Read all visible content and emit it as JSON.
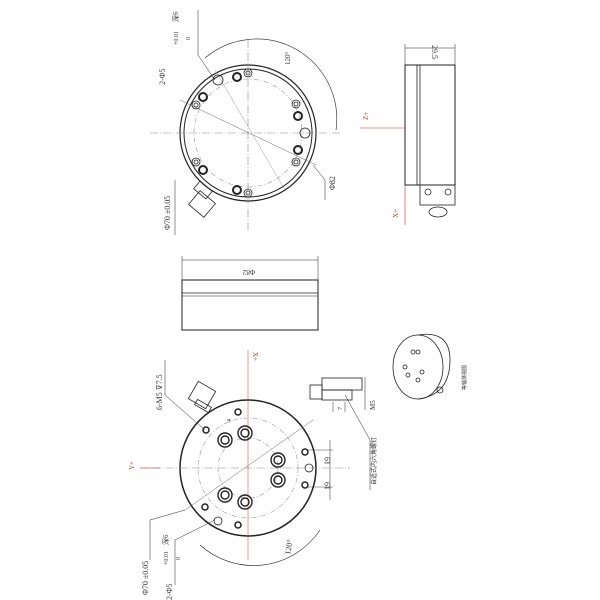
{
  "drawing": {
    "type": "technical-drawing",
    "orientation": "rotated-90",
    "colors": {
      "line": "#222222",
      "axis": "#c0392b",
      "center": "#888888"
    },
    "top_view": {
      "dia_outer": "Φ82",
      "dia_bolt": "Φ70 ±0.05",
      "pin_hole": "2-Φ5",
      "pin_tol_upper": "+0.01",
      "pin_tol_lower": "0",
      "pin_depth": "深6",
      "angle": "120°"
    },
    "side_view": {
      "height": "29.5",
      "axis_z": "Z+",
      "axis_x": "X+"
    },
    "front_view": {
      "width_label": "Φ82"
    },
    "bottom_view": {
      "dia_bolt": "Φ70 ±0.05",
      "pin_hole": "2-Φ5",
      "pin_tol_upper": "+0.01",
      "pin_tol_lower": "0",
      "pin_depth": "深6",
      "thread": "6-M5 ⊽7.5",
      "angle": "120°",
      "dim_a": "19",
      "dim_b": "19",
      "dim_c": "4",
      "axis_x": "X+",
      "axis_y": "Y+"
    },
    "connector_detail": {
      "thread": "M5",
      "dim": "7",
      "note": "自适式内六角螺钉"
    },
    "iso_view": {
      "label": "等轴测视图"
    }
  }
}
